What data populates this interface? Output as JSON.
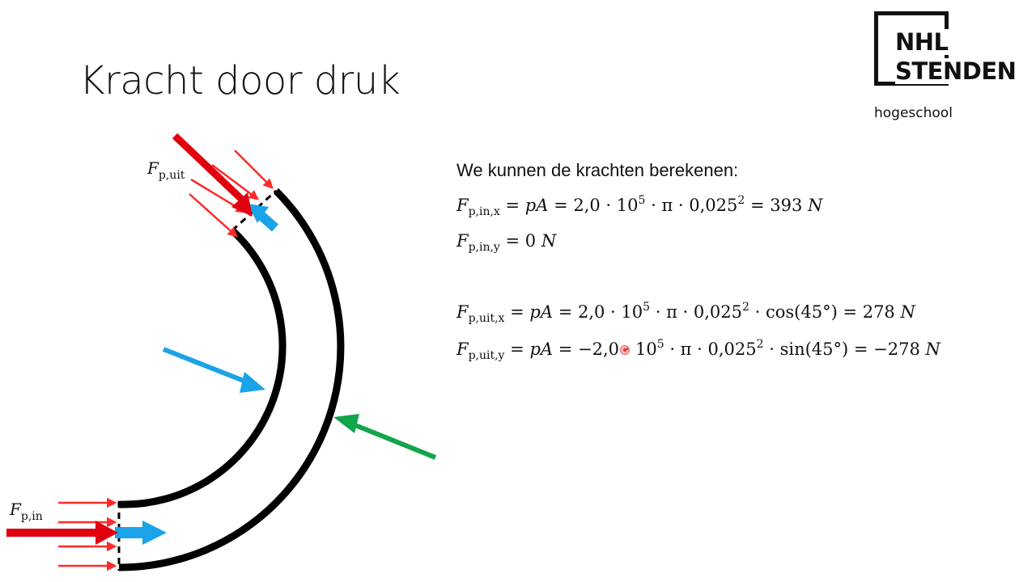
{
  "slide": {
    "title": "Kracht door druk"
  },
  "logo": {
    "line1": "NHL",
    "line2": "STENDEN",
    "sub": "hogeschool"
  },
  "labels": {
    "f_out_symbol": "F",
    "f_out_sub": "p,uit",
    "f_in_symbol": "F",
    "f_in_sub": "p,in"
  },
  "equations": {
    "intro": "We kunnen de krachten berekenen:",
    "lines": [
      {
        "var": "F",
        "sub": "p,in,x",
        "rhs_a": " = ",
        "rhs_b": "pA",
        "rhs_c": " = 2,0 · 10",
        "exp1": "5",
        "rhs_d": " · π · 0,025",
        "exp2": "2",
        "rhs_e": " = 393 ",
        "unit": "N"
      },
      {
        "var": "F",
        "sub": "p,in,y",
        "rhs": " = 0 ",
        "unit": "N"
      },
      {
        "var": "F",
        "sub": "p,uit,x",
        "rhs_a": " = ",
        "rhs_b": "pA",
        "rhs_c": " = 2,0 · 10",
        "exp1": "5",
        "rhs_d": " · π · 0,025",
        "exp2": "2",
        "rhs_e": " · cos(45°) = 278 ",
        "unit": "N"
      },
      {
        "var": "F",
        "sub": "p,uit,y",
        "rhs_a": " = ",
        "rhs_b": "pA",
        "rhs_c": " = −2,0 · 10",
        "exp1": "5",
        "rhs_d": " · π · 0,025",
        "exp2": "2",
        "rhs_e": " · sin(45°) = −278 ",
        "unit": "N"
      }
    ]
  },
  "colors": {
    "pipe": "#000000",
    "pressure_arrow": "#ff2a2a",
    "force_arrow_dark": "#e0000f",
    "flow_arrow": "#1aa3e8",
    "reaction_arrow": "#12a54a"
  },
  "icons": [
    "nhl-stenden-logo",
    "pointer-dot"
  ]
}
